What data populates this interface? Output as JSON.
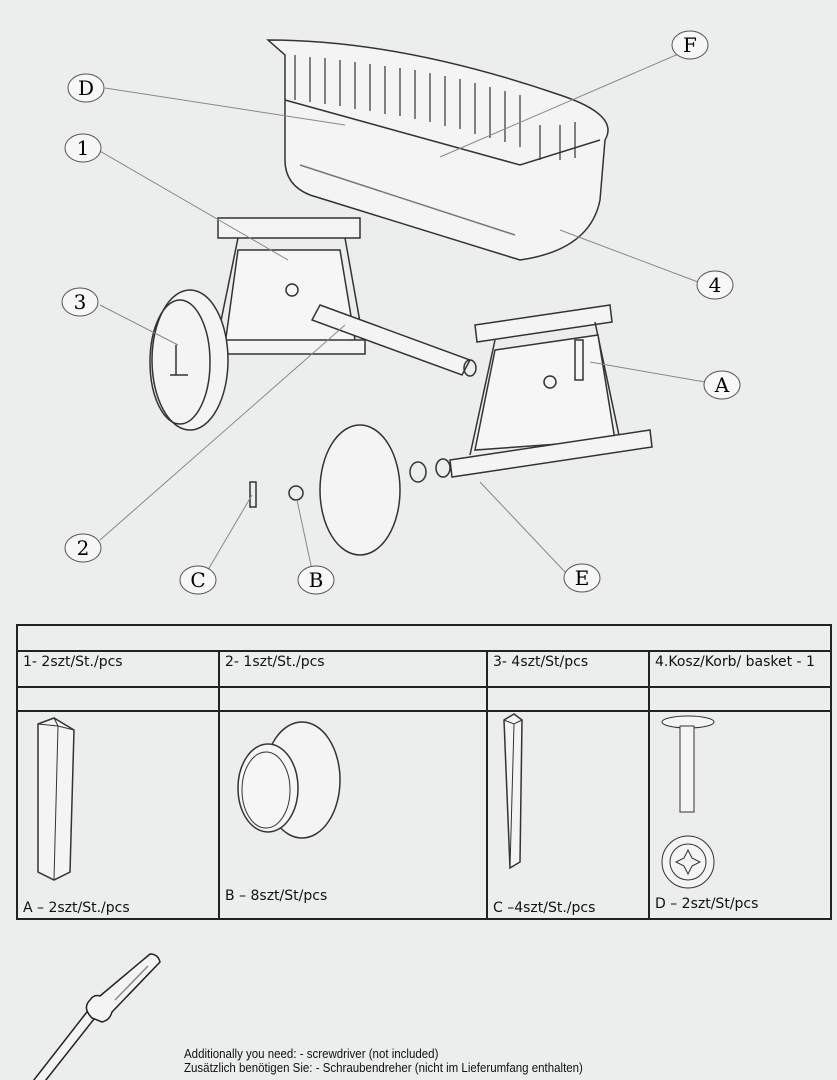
{
  "diagram": {
    "callouts": [
      "D",
      "F",
      "1",
      "4",
      "3",
      "A",
      "2",
      "C",
      "B",
      "E"
    ]
  },
  "parts_table": {
    "headers": [
      "1- 2szt/St./pcs",
      "2- 1szt/St./pcs",
      "3- 4szt/St/pcs",
      "4.Kosz/Korb/  basket - 1"
    ],
    "parts": [
      {
        "icon": "wedge-icon",
        "label": "A – 2szt/St./pcs"
      },
      {
        "icon": "cap-icon",
        "label": "B – 8szt/St/pcs"
      },
      {
        "icon": "peg-icon",
        "label": "C –4szt/St./pcs"
      },
      {
        "icon": "screw-icon",
        "label": "D – 2szt/St/pcs"
      }
    ]
  },
  "notes": {
    "en": "Additionally you need: - screwdriver (not included)",
    "de": "Zusätzlich benötigen Sie: - Schraubendreher (nicht im Lieferumfang enthalten)"
  }
}
